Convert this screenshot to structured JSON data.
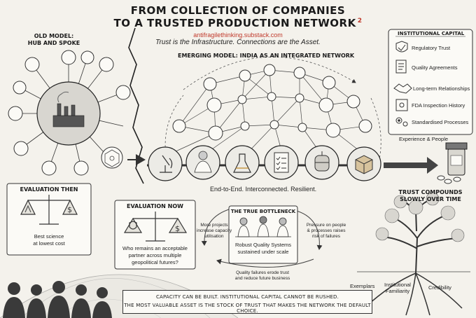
{
  "title": {
    "line1": "FROM COLLECTION OF COMPANIES",
    "line2": "TO A TRUSTED PRODUCTION NETWORK",
    "superscript": "2"
  },
  "source_url": "antifragilethinking.substack.com",
  "subtitle": "Trust is the Infrastructure. Connections are the Asset.",
  "old_model": {
    "heading_line1": "OLD MODEL:",
    "heading_line2": "HUB AND SPOKE"
  },
  "emerging_model": {
    "heading": "EMERGING MODEL: INDIA AS AN INTEGRATED NETWORK"
  },
  "chain_caption": "End-to-End. Interconnected. Resilient.",
  "institutional_capital": {
    "heading": "INSTITUTIONAL CAPITAL",
    "items": [
      {
        "label": "Regulatory Trust",
        "icon": "shield-check-icon"
      },
      {
        "label": "Quality Agreements",
        "icon": "document-icon"
      },
      {
        "label": "Long-term Relationships",
        "icon": "handshake-icon"
      },
      {
        "label": "FDA Inspection History",
        "icon": "certificate-icon"
      },
      {
        "label": "Standardised Processes",
        "icon": "gears-icon"
      }
    ],
    "footer": "Experience & People"
  },
  "evaluation_then": {
    "heading": "EVALUATION THEN",
    "caption_line1": "Best science",
    "caption_line2": "at lowest cost"
  },
  "evaluation_now": {
    "heading": "EVALUATION NOW",
    "caption_line1": "Who remains an acceptable",
    "caption_line2": "partner across multiple",
    "caption_line3": "geopolitical futures?"
  },
  "bottleneck": {
    "heading": "THE TRUE BOTTLENECK",
    "caption_line1": "Robust Quality Systems",
    "caption_line2": "sustained under scale",
    "left_note": [
      "More projects",
      "increase capacity",
      "utilisation"
    ],
    "right_note": [
      "Pressure on people",
      "& processes raises",
      "risk of failures"
    ],
    "bottom_note": [
      "Quality failures erode trust",
      "and reduce future business"
    ]
  },
  "trust_tree": {
    "heading_line1": "TRUST COMPOUNDS",
    "heading_line2": "SLOWLY OVER TIME",
    "roots": [
      "Exemplars",
      "Institutional",
      "Familiarity",
      "Credibility"
    ]
  },
  "banner": {
    "line1": "CAPACITY CAN BE BUILT. INSTITUTIONAL CAPITAL CANNOT BE RUSHED.",
    "line2": "THE MOST VALUABLE ASSET IS THE STOCK OF TRUST THAT MAKES THE NETWORK THE DEFAULT CHOICE."
  },
  "colors": {
    "accent": "#c0392b",
    "ink": "#1a1a1a",
    "paper": "#f4f2ec"
  }
}
